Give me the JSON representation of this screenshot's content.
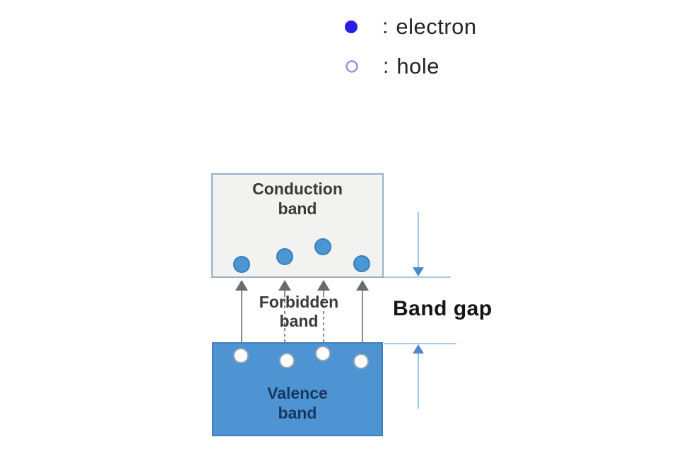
{
  "legend": {
    "items": [
      {
        "name": "electron",
        "colon": ":",
        "label": "electron"
      },
      {
        "name": "hole",
        "colon": ":",
        "label": "hole"
      }
    ]
  },
  "diagram": {
    "conduction_band": {
      "line1": "Conduction",
      "line2": "band"
    },
    "forbidden_band": {
      "line1": "Forbidden",
      "line2": "band"
    },
    "valence_band": {
      "line1": "Valence",
      "line2": "band"
    },
    "band_gap": {
      "label": "Band gap"
    },
    "electrons_in_conduction_band": 4,
    "holes_in_valence_band": 4,
    "excitation_arrows": 4
  },
  "colors": {
    "legend_electron_fill": "#2a1ee4",
    "legend_hole_stroke": "#9193e6",
    "electron_dot_fill": "#4b97d4",
    "electron_dot_stroke": "#3a7eb8",
    "hole_dot_fill": "#ffffff",
    "hole_dot_stroke": "#9aa6b2",
    "conduction_box_fill": "#f2f2f1",
    "conduction_box_border": "#9cafc6",
    "valence_box_fill": "#4e93d2",
    "valence_box_border": "#3f80c0",
    "transition_arrow_stem": "#8c8c8c",
    "transition_arrow_head": "#6b6b6b",
    "gap_guide_line": "#abc9e5",
    "gap_arrow_stem": "#9fc5e8",
    "gap_arrow_head": "#4f87ca"
  }
}
